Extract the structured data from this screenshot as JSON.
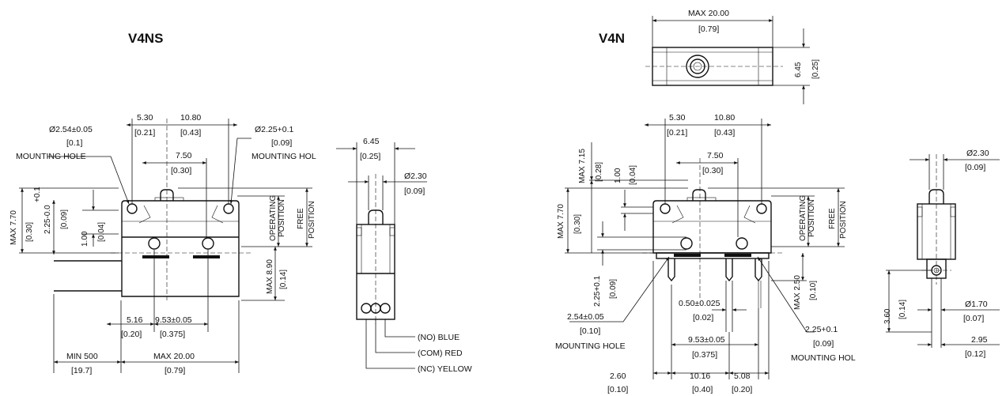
{
  "colors": {
    "ink": "#111111",
    "background": "#ffffff"
  },
  "v4ns": {
    "title": "V4NS",
    "hole_left_dia": "Ø2.54±0.05",
    "hole_left_dia_in": "[0.1]",
    "hole_left_label": "MOUNTING HOLE",
    "hole_right_dia": "Ø2.25+0.1",
    "hole_right_dia_in": "[0.09]",
    "hole_right_label": "MOUNTING HOL",
    "dim_530": "5.30",
    "dim_530_in": "[0.21]",
    "dim_1080": "10.80",
    "dim_1080_in": "[0.43]",
    "dim_750": "7.50",
    "dim_750_in": "[0.30]",
    "max770": "MAX 7.70",
    "max770_in": "[0.30]",
    "dim_225": "2.25-0.0",
    "dim_225_tol": "+0.1",
    "dim_225_in": "[0.09]",
    "dim_100": "1.00",
    "dim_100_in": "[0.04]",
    "operating": "OPERATING",
    "operating2": "POSITION",
    "free": "FREE",
    "free2": "POSITION",
    "max890": "MAX 8.90",
    "max890_in": "[0.14]",
    "dim_516": "5.16",
    "dim_516_in": "[0.20]",
    "dim_953": "9.53±0.05",
    "dim_953_in": "[0.375]",
    "min500": "MIN 500",
    "min500_in": "[19.7]",
    "max2000": "MAX 20.00",
    "max2000_in": "[0.79]",
    "side_645": "6.45",
    "side_645_in": "[0.25]",
    "side_230": "Ø2.30",
    "side_230_in": "[0.09]",
    "wire_no": "(NO) BLUE",
    "wire_com": "(COM) RED",
    "wire_nc": "(NC) YELLOW"
  },
  "v4n": {
    "title": "V4N",
    "top_max2000": "MAX 20.00",
    "top_max2000_in": "[0.79]",
    "top_645": "6.45",
    "top_645_in": "[0.25]",
    "dim_530": "5.30",
    "dim_530_in": "[0.21]",
    "dim_1080": "10.80",
    "dim_1080_in": "[0.43]",
    "dim_750": "7.50",
    "dim_750_in": "[0.30]",
    "max715": "MAX 7.15",
    "max715_in": "[0.28]",
    "dim_100": "1.00",
    "dim_100_in": "[0.04]",
    "max770": "MAX 7.70",
    "max770_in": "[0.30]",
    "operating": "OPERATING",
    "operating2": "POSITION",
    "free": "FREE",
    "free2": "POSITION",
    "dim_225": "2.25+0.1",
    "dim_225_in": "[0.09]",
    "hole_left_dia": "2.54±0.05",
    "hole_left_dia_in": "[0.10]",
    "hole_left_label": "MOUNTING HOLE",
    "dim_050": "0.50±0.025",
    "dim_050_in": "[0.02]",
    "max250": "MAX 2.50",
    "max250_in": "[0.10]",
    "dim_953": "9.53±0.05",
    "dim_953_in": "[0.375]",
    "hole_right_dia": "2.25+0.1",
    "hole_right_dia_in": "[0.09]",
    "hole_right_label": "MOUNTING HOL",
    "dim_260": "2.60",
    "dim_260_in": "[0.10]",
    "dim_1016": "10.16",
    "dim_1016_in": "[0.40]",
    "dim_508": "5.08",
    "dim_508_in": "[0.20]",
    "side_230": "Ø2.30",
    "side_230_in": "[0.09]",
    "side_360": "3.60",
    "side_360_in": "[0.14]",
    "side_170": "Ø1.70",
    "side_170_in": "[0.07]",
    "side_295": "2.95",
    "side_295_in": "[0.12]"
  }
}
